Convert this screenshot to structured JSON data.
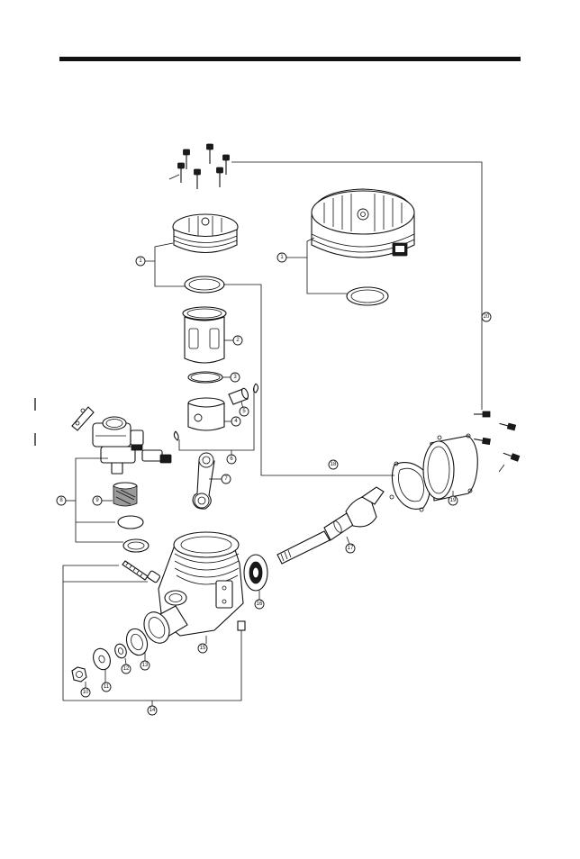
{
  "callouts": [
    {
      "id": "c1a",
      "label": "1"
    },
    {
      "id": "c1b",
      "label": "1"
    },
    {
      "id": "c2",
      "label": "2"
    },
    {
      "id": "c3",
      "label": "3"
    },
    {
      "id": "c4",
      "label": "4"
    },
    {
      "id": "c5",
      "label": "5"
    },
    {
      "id": "c6",
      "label": "6"
    },
    {
      "id": "c7",
      "label": "7"
    },
    {
      "id": "c8",
      "label": "8"
    },
    {
      "id": "c9",
      "label": "9"
    },
    {
      "id": "c10",
      "label": "10"
    },
    {
      "id": "c11",
      "label": "11"
    },
    {
      "id": "c12",
      "label": "12"
    },
    {
      "id": "c13",
      "label": "13"
    },
    {
      "id": "c14",
      "label": "14"
    },
    {
      "id": "c15",
      "label": "15"
    },
    {
      "id": "c16",
      "label": "16"
    },
    {
      "id": "c17",
      "label": "17"
    },
    {
      "id": "c18",
      "label": "18"
    },
    {
      "id": "c19",
      "label": "19"
    },
    {
      "id": "c20",
      "label": "20"
    }
  ]
}
